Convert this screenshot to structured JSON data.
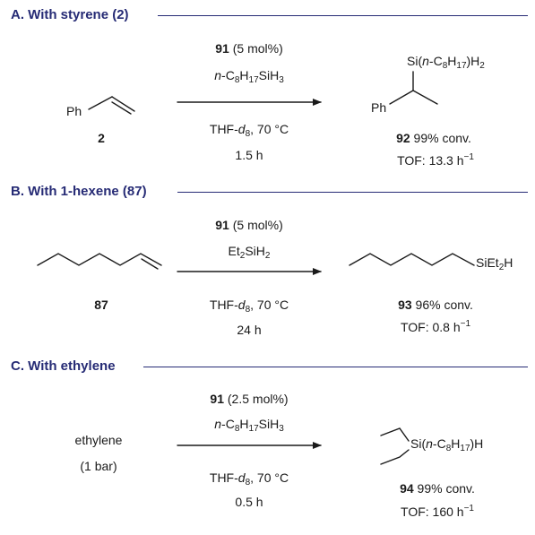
{
  "sections": [
    {
      "header": "A. With styrene (2)",
      "substrate": {
        "ph": "Ph",
        "label": "2"
      },
      "conditions": {
        "catalyst": "91",
        "loading": "(5  mol%)",
        "silane_n": "n",
        "silane_a": "-C",
        "silane_s1": "8",
        "silane_b": "H",
        "silane_s2": "17",
        "silane_c": "SiH",
        "silane_s3": "3",
        "solvent_a": "THF-",
        "solvent_d": "d",
        "solvent_s": "8",
        "solvent_b": ", 70 °C",
        "time": "1.5 h"
      },
      "product": {
        "si_a": "Si(",
        "si_n": "n",
        "si_b": "-C",
        "si_s1": "8",
        "si_c": "H",
        "si_s2": "17",
        "si_d": ")H",
        "si_s3": "2",
        "ph": "Ph",
        "number": "92",
        "conv": " 99% conv.",
        "tof_a": "TOF: 13.3 h",
        "tof_sup": "−1"
      }
    },
    {
      "header": "B. With 1-hexene (87)",
      "substrate": {
        "label": "87"
      },
      "conditions": {
        "catalyst": "91",
        "loading": "(5  mol%)",
        "silane_a": "Et",
        "silane_s1": "2",
        "silane_b": "SiH",
        "silane_s2": "2",
        "solvent_a": "THF-",
        "solvent_d": "d",
        "solvent_s": "8",
        "solvent_b": ", 70 °C",
        "time": "24 h"
      },
      "product": {
        "si_a": "SiEt",
        "si_s1": "2",
        "si_b": "H",
        "number": "93",
        "conv": " 96% conv.",
        "tof_a": "TOF: 0.8 h",
        "tof_sup": "−1"
      }
    },
    {
      "header": "C. With ethylene",
      "substrate": {
        "name": "ethylene",
        "pressure": "(1 bar)"
      },
      "conditions": {
        "catalyst": "91",
        "loading": "(2.5  mol%)",
        "silane_n": "n",
        "silane_a": "-C",
        "silane_s1": "8",
        "silane_b": "H",
        "silane_s2": "17",
        "silane_c": "SiH",
        "silane_s3": "3",
        "solvent_a": "THF-",
        "solvent_d": "d",
        "solvent_s": "8",
        "solvent_b": ", 70 °C",
        "time": "0.5 h"
      },
      "product": {
        "si_a": "Si(",
        "si_n": "n",
        "si_b": "-C",
        "si_s1": "8",
        "si_c": "H",
        "si_s2": "17",
        "si_d": ")H",
        "number": "94",
        "conv": " 99% conv.",
        "tof_a": "TOF: 160 h",
        "tof_sup": "−1"
      }
    }
  ],
  "colors": {
    "header": "#262b75",
    "ink": "#1a1a1a"
  }
}
